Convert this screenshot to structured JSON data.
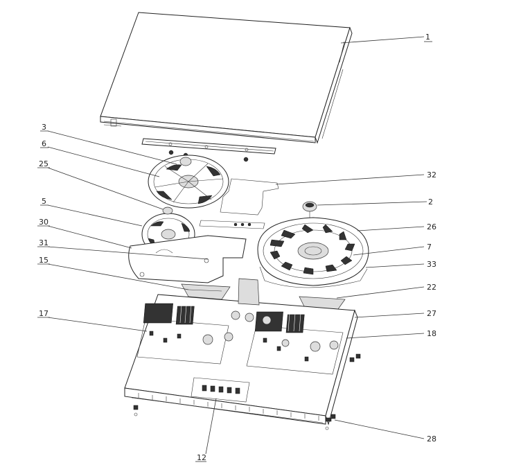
{
  "labels": {
    "l1": "1",
    "l2": "2",
    "l3": "3",
    "l5": "5",
    "l6": "6",
    "l7": "7",
    "l12": "12",
    "l15": "15",
    "l17": "17",
    "l18": "18",
    "l22": "22",
    "l25": "25",
    "l26": "26",
    "l27": "27",
    "l28": "28",
    "l30": "30",
    "l31": "31",
    "l32": "32",
    "l33": "33"
  }
}
